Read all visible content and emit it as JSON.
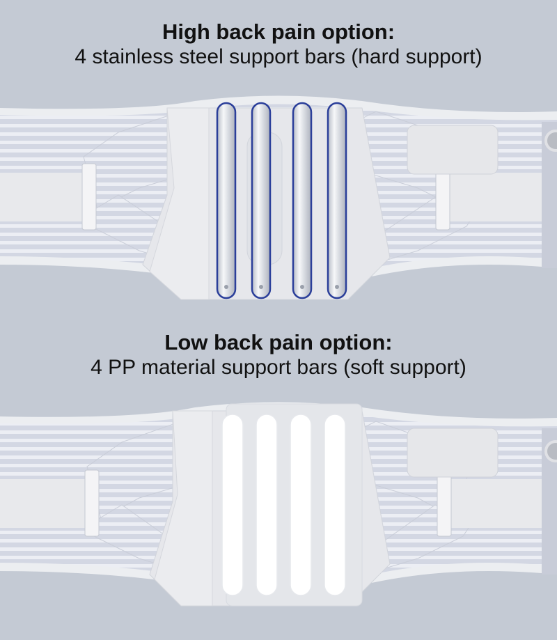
{
  "image_description": "Comparison of two lumbar back braces showing different support bar options",
  "sections": [
    {
      "title": "High back pain option:",
      "subtitle": "4 stainless steel support bars (hard support)",
      "bar_material": "stainless steel",
      "bar_count": 4,
      "bar_color": "#dfe2e8",
      "bar_outline": "#2b3f9a"
    },
    {
      "title": "Low back pain option:",
      "subtitle": "4 PP material support bars (soft support)",
      "bar_material": "PP",
      "bar_count": 4,
      "bar_color": "#ffffff",
      "bar_outline": "#e6e8ec"
    }
  ],
  "colors": {
    "background": "#c4cad4",
    "belt_fabric": "#d8dbe6",
    "stripe": "#eef0f5",
    "center_panel": "#e4e6ea",
    "strap": "#e7e8eb"
  }
}
